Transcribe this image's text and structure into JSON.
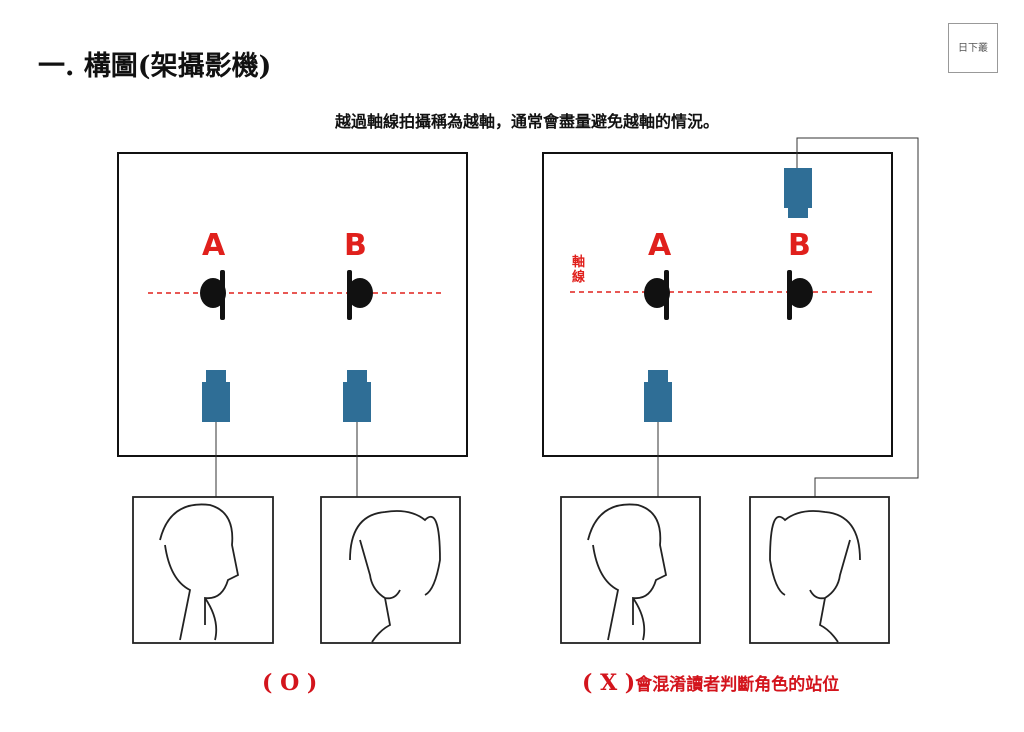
{
  "title": "一. 構圖(架攝影機)",
  "subtitle": "越過軸線拍攝稱為越軸，通常會盡量避免越軸的情況。",
  "logo": "日下叢",
  "left_panel": {
    "label_a": "A",
    "label_b": "B",
    "caption": "( O )"
  },
  "right_panel": {
    "label_a": "A",
    "label_b": "B",
    "axis_label": "軸線",
    "caption_mark": "( X )",
    "caption_text": "會混淆讀者判斷角色的站位"
  },
  "colors": {
    "camera": "#2f6e96",
    "axis": "#e0201c",
    "caption": "#d3141c"
  }
}
